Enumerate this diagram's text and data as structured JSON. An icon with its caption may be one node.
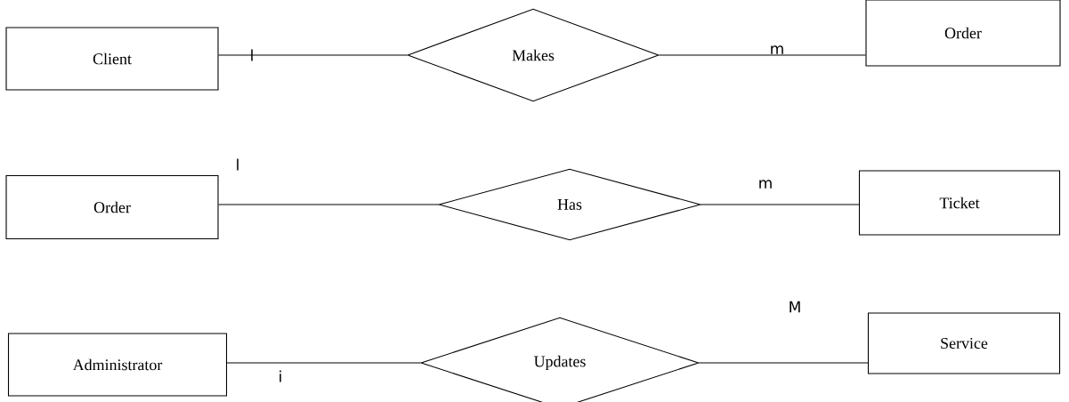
{
  "diagram": {
    "nodes": [
      {
        "text": [
          "Client"
        ]
      },
      {
        "text": [
          "Makes"
        ]
      },
      {
        "text": [
          "Order"
        ]
      },
      {
        "text": [
          "Order"
        ]
      },
      {
        "text": [
          "Has"
        ]
      },
      {
        "text": [
          "Ticket"
        ]
      },
      {
        "text": [
          "Administrator"
        ]
      },
      {
        "text": [
          "Updates"
        ]
      },
      {
        "text": [
          "Service"
        ]
      }
    ],
    "edges": [
      {
        "from": 0,
        "to": 1,
        "arrow": "none",
        "label": "l"
      },
      {
        "from": 1,
        "to": 2,
        "arrow": "none",
        "label": "m"
      },
      {
        "from": 3,
        "to": 4,
        "arrow": "none",
        "label": "l"
      },
      {
        "from": 4,
        "to": 5,
        "arrow": "none",
        "label": "m"
      },
      {
        "from": 6,
        "to": 7,
        "arrow": "none",
        "label": "i"
      },
      {
        "from": 7,
        "to": 8,
        "arrow": "none",
        "label": "M"
      }
    ]
  }
}
